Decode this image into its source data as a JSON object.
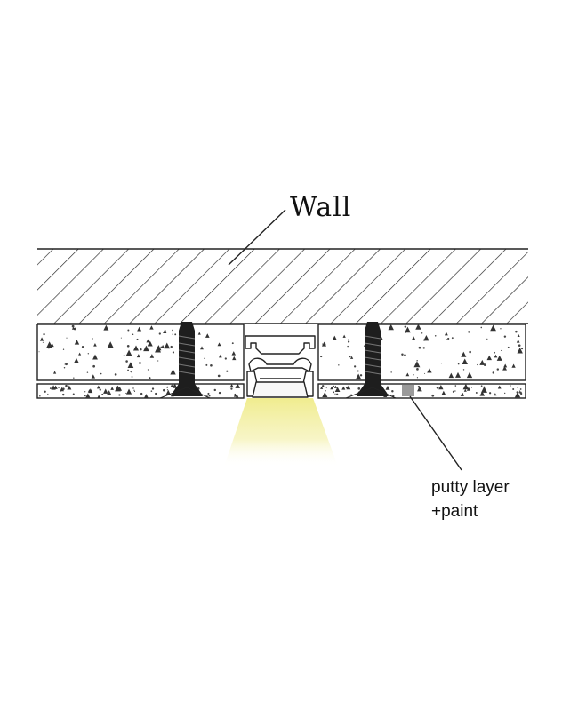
{
  "labels": {
    "wall": "Wall",
    "putty_line1": "putty layer",
    "putty_line2": "+paint"
  },
  "colors": {
    "line": "#222222",
    "screw": "#1e1e1e",
    "putty_patch": "#9a9a9a",
    "light": "#f3f0a2"
  },
  "icons": {
    "screw_left": "countersunk-screw-icon",
    "screw_right": "countersunk-screw-icon",
    "profile": "led-aluminium-profile-icon"
  }
}
